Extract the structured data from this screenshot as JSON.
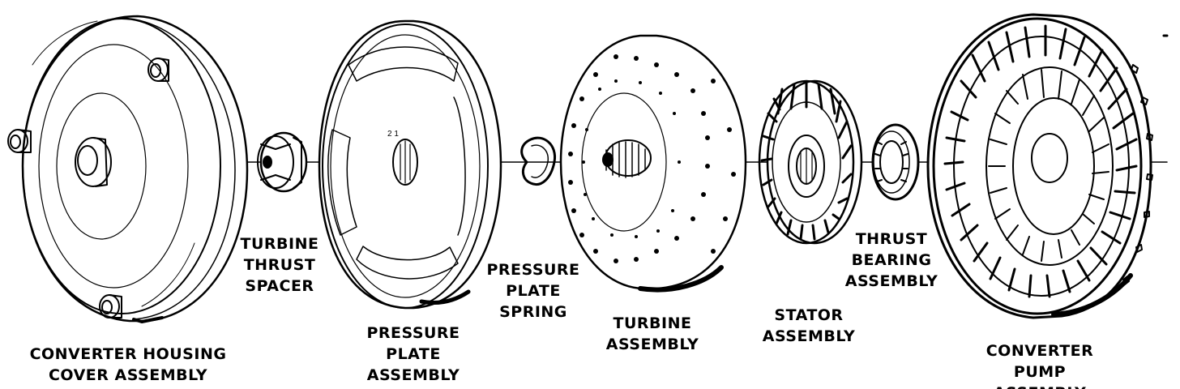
{
  "labels": {
    "converter_housing": "CONVERTER HOUSING\nCOVER ASSEMBLY",
    "turbine_thrust_spacer": "TURBINE\nTHRUST\nSPACER",
    "pressure_plate_assembly": "PRESSURE\nPLATE\nASSEMBLY",
    "pressure_plate_spring": "PRESSURE\nPLATE\nSPRING",
    "turbine_assembly": "TURBINE\nASSEMBLY",
    "stator_assembly": "STATOR\nASSEMBLY",
    "thrust_bearing_assembly": "THRUST\nBEARING\nASSEMBLY",
    "converter_pump_assembly": "CONVERTER PUMP\nASSEMBLY"
  },
  "colors": {
    "ink": "#000000",
    "paper": "#ffffff"
  }
}
